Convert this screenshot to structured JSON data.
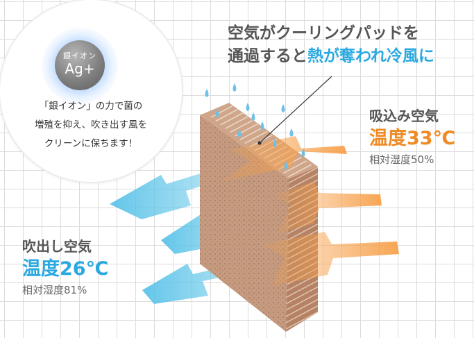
{
  "badge": {
    "ion_label": "銀イオン",
    "ion_symbol": "Ag+",
    "lines": [
      "「銀イオン」の力で菌の",
      "増殖を抑え、吹き出す風を",
      "クリーンに保ちます！"
    ]
  },
  "headline": {
    "line1": "空気がクーリングパッドを",
    "line2_plain": "通過すると",
    "line2_accent": "熱が奪われ冷風に"
  },
  "intake": {
    "label": "吸込み空気",
    "temperature": "温度33℃",
    "humidity": "相対湿度50%"
  },
  "outflow": {
    "label": "吹出し空気",
    "temperature": "温度26℃",
    "humidity": "相対湿度81%"
  },
  "colors": {
    "intake_arrow": "#f7a04a",
    "outflow_arrow": "#5bc3e8",
    "pad_front": "#c59a7e",
    "pad_side": "#b58263",
    "pad_top": "#cfa68a",
    "accent_blue": "#2aa9e0",
    "accent_orange": "#f08a24"
  }
}
